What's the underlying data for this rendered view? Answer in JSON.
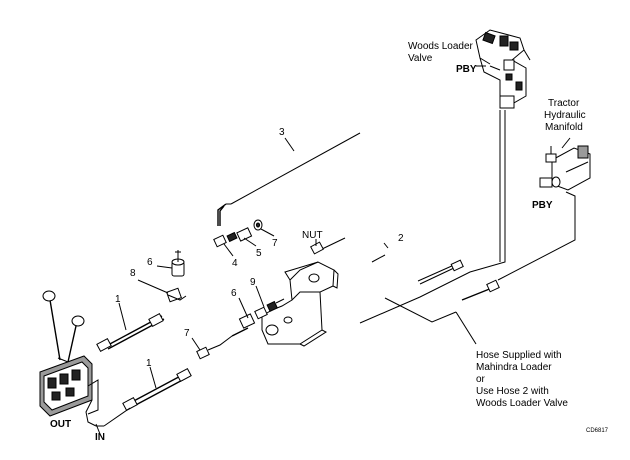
{
  "callouts": {
    "hose_3": "3",
    "hose_2": "2",
    "nut": "NUT",
    "part_4": "4",
    "part_5": "5",
    "part_7_top": "7",
    "part_6_top": "6",
    "part_8": "8",
    "part_9": "9",
    "part_6_mid": "6",
    "part_7_low": "7",
    "tube_1_upper": "1",
    "tube_1_lower": "1",
    "out": "OUT",
    "in": "IN",
    "pby_top": "PBY",
    "pby_right": "PBY"
  },
  "labels": {
    "woods_valve_line1": "Woods Loader",
    "woods_valve_line2": "Valve",
    "manifold_line1": "Tractor",
    "manifold_line2": "Hydraulic",
    "manifold_line3": "Manifold",
    "hose_note_line1": "Hose Supplied with",
    "hose_note_line2": "Mahindra Loader",
    "hose_note_line3": "or",
    "hose_note_line4": "Use Hose 2 with",
    "hose_note_line5": "Woods Loader Valve",
    "figure_code": "CD6817"
  }
}
